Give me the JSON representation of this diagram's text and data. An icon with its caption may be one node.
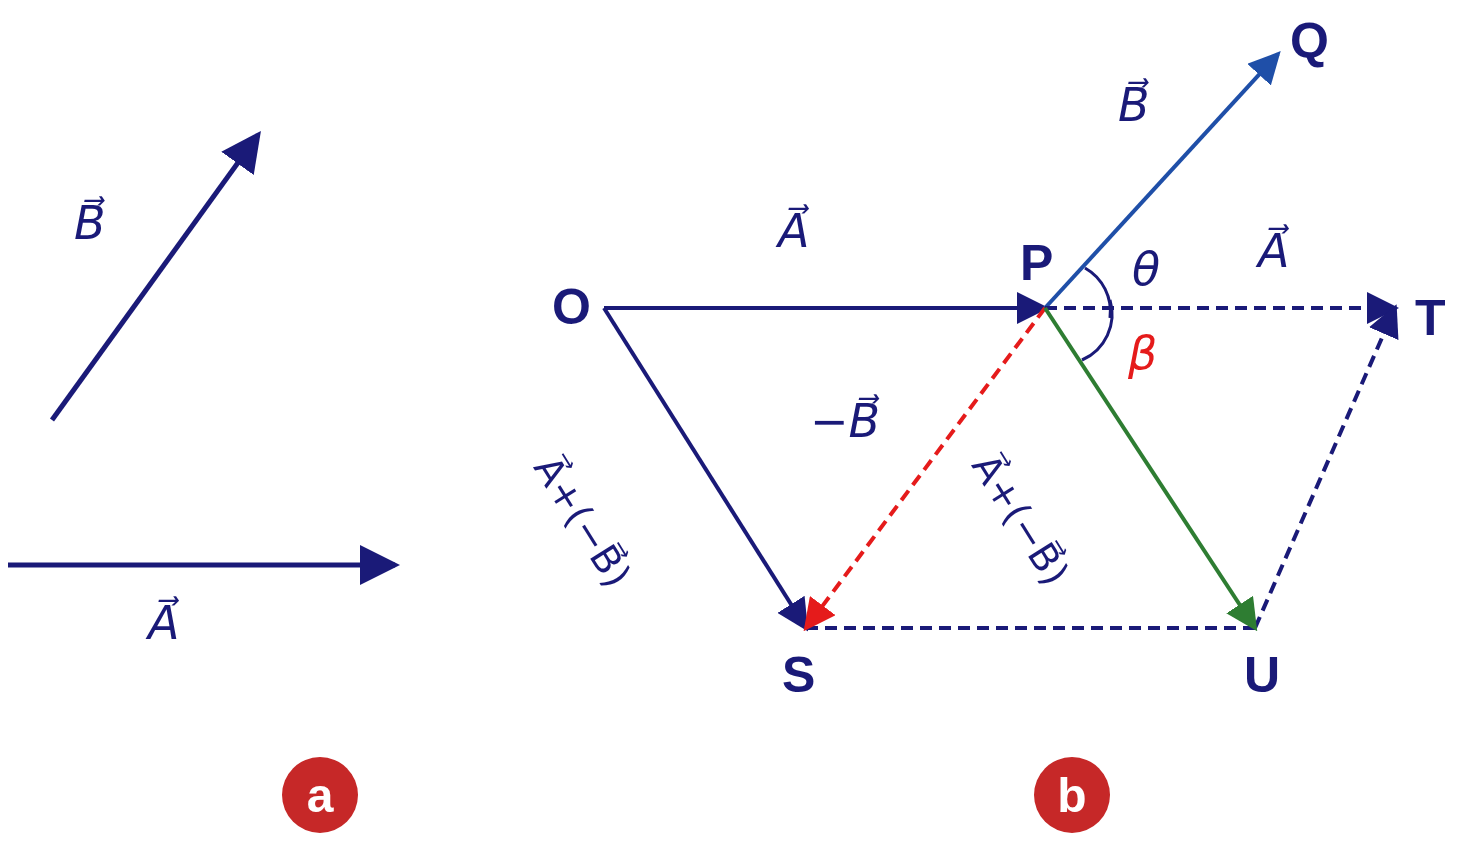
{
  "diagram": {
    "nodes": [
      {
        "text": [
          "O"
        ]
      },
      {
        "text": [
          "P"
        ]
      },
      {
        "text": [
          "Q"
        ]
      },
      {
        "text": [
          "T"
        ]
      },
      {
        "text": [
          "S"
        ]
      },
      {
        "text": [
          "U"
        ]
      },
      {
        "text": [
          "a"
        ]
      },
      {
        "text": [
          "b"
        ]
      }
    ],
    "edges": [
      {
        "from": 0,
        "to": 1,
        "arrow": "to",
        "label": "A⃗"
      },
      {
        "from": 1,
        "to": 2,
        "arrow": "to",
        "label": "B⃗",
        "color": "#1f4fa8"
      },
      {
        "from": 1,
        "to": 3,
        "arrow": "to",
        "label": "A⃗",
        "style": "dashed"
      },
      {
        "from": 4,
        "to": 5,
        "arrow": "none",
        "style": "dashed"
      },
      {
        "from": 5,
        "to": 3,
        "arrow": "to",
        "style": "dashed"
      },
      {
        "from": 0,
        "to": 4,
        "arrow": "to",
        "label": "A⃗+(−B⃗)"
      },
      {
        "from": 1,
        "to": 4,
        "arrow": "to",
        "label": "−B⃗",
        "style": "dashed",
        "color": "#e51b1b"
      },
      {
        "from": 1,
        "to": 5,
        "arrow": "to",
        "label": "A⃗+(−B⃗)",
        "color": "#2e7d32"
      }
    ],
    "labels": [
      "B⃗",
      "A⃗",
      "θ",
      "β"
    ]
  }
}
